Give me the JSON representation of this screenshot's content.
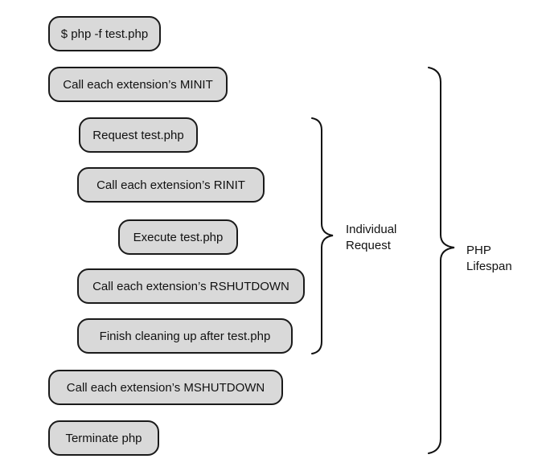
{
  "steps": [
    "$ php -f test.php",
    "Call each extension’s MINIT",
    "Request test.php",
    "Call each extension’s RINIT",
    "Execute test.php",
    "Call each extension’s RSHUTDOWN",
    "Finish cleaning up after test.php",
    "Call each extension’s MSHUTDOWN",
    "Terminate php"
  ],
  "braces": {
    "request": {
      "line1": "Individual",
      "line2": "Request"
    },
    "lifespan": {
      "line1": "PHP",
      "line2": "Lifespan"
    }
  },
  "colors": {
    "box_fill": "#d9d9d9",
    "box_border": "#1a1a1a"
  }
}
